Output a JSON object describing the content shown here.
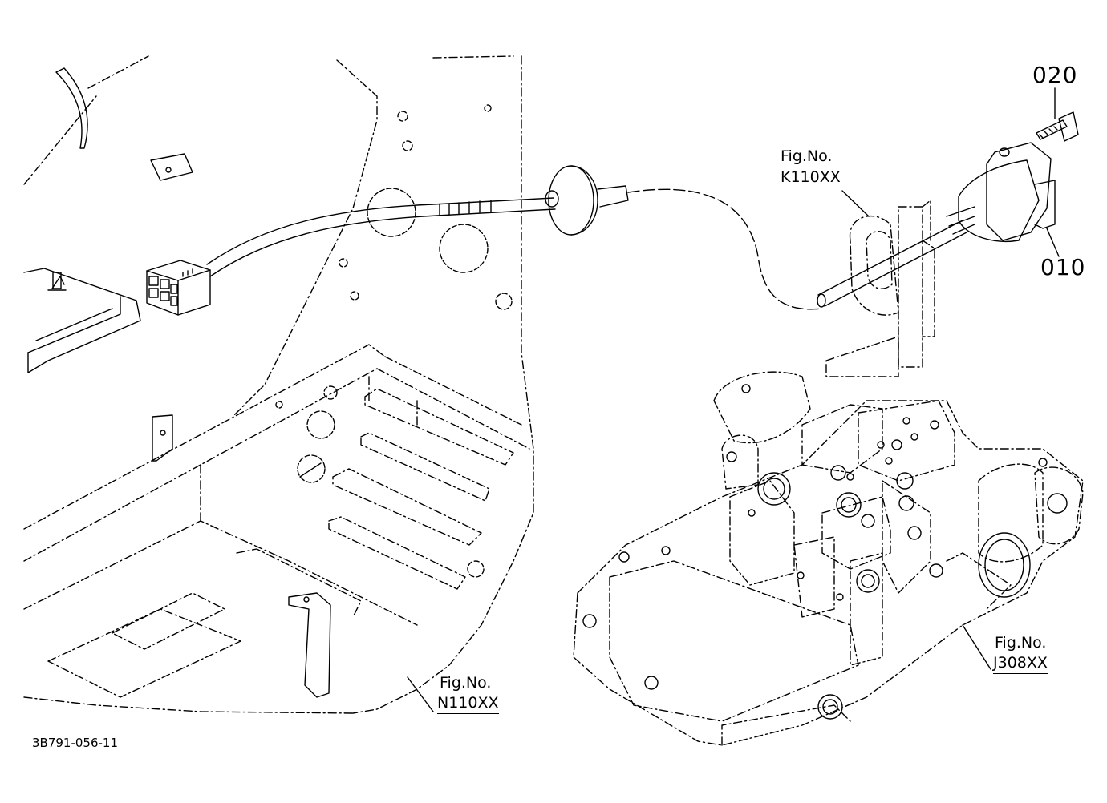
{
  "parts": [
    {
      "key": "p020",
      "number": "020"
    },
    {
      "key": "p010",
      "number": "010"
    }
  ],
  "figure_references": [
    {
      "key": "k110",
      "line1": "Fig.No.",
      "line2": "K110XX"
    },
    {
      "key": "n110",
      "line1": "Fig.No.",
      "line2": "N110XX"
    },
    {
      "key": "j308",
      "line1": "Fig.No.",
      "line2": "J308XX"
    }
  ],
  "drawing_id": "3B791-056-11",
  "colors": {
    "line": "#000000",
    "background": "#ffffff"
  }
}
